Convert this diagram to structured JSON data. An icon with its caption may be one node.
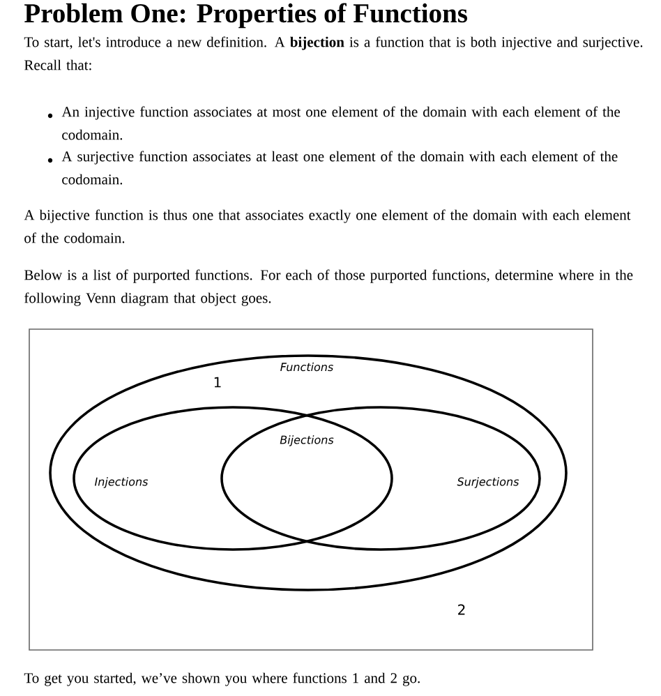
{
  "diagram": {
    "title": "Problem One: Properties of Functions",
    "nodes": [
      {
        "text": [
          "Functions"
        ]
      },
      {
        "text": [
          "Injections"
        ],
        "in": 0
      },
      {
        "text": [
          "Surjections"
        ],
        "in": 0
      }
    ],
    "edges": [],
    "labels": [
      "To start, let's introduce a new definition. A **bijection** is a function that is both injective and surjective. Recall that:",
      "An injective function associates at most one element of the domain with each element of the codomain.",
      "A surjective function associates at least one element of the domain with each element of the codomain.",
      "A bijective function is thus one that associates exactly one element of the domain with each element of the codomain.",
      "Below is a list of purported functions. For each of those purported functions, determine where in the following Venn diagram that object goes.",
      "1",
      "Bijections",
      "2",
      "To get you started, we’ve shown you where functions 1 and 2 go."
    ]
  }
}
